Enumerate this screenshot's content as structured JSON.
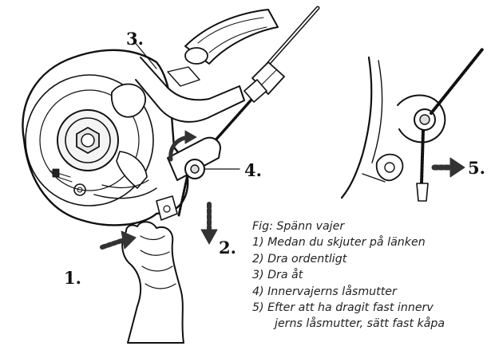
{
  "callouts": {
    "c1": "1.",
    "c2": "2.",
    "c3": "3.",
    "c4": "4.",
    "c5": "5."
  },
  "legend": {
    "title": "Fig: Spänn vajer",
    "items": [
      "1) Medan du skjuter på länken",
      "2) Dra ordentligt",
      "3) Dra åt",
      "4) Innervajerns låsmutter",
      "5) Efter att ha dragit fast innerv"
    ],
    "continuation": "jerns låsmutter, sätt fast kåpa"
  }
}
